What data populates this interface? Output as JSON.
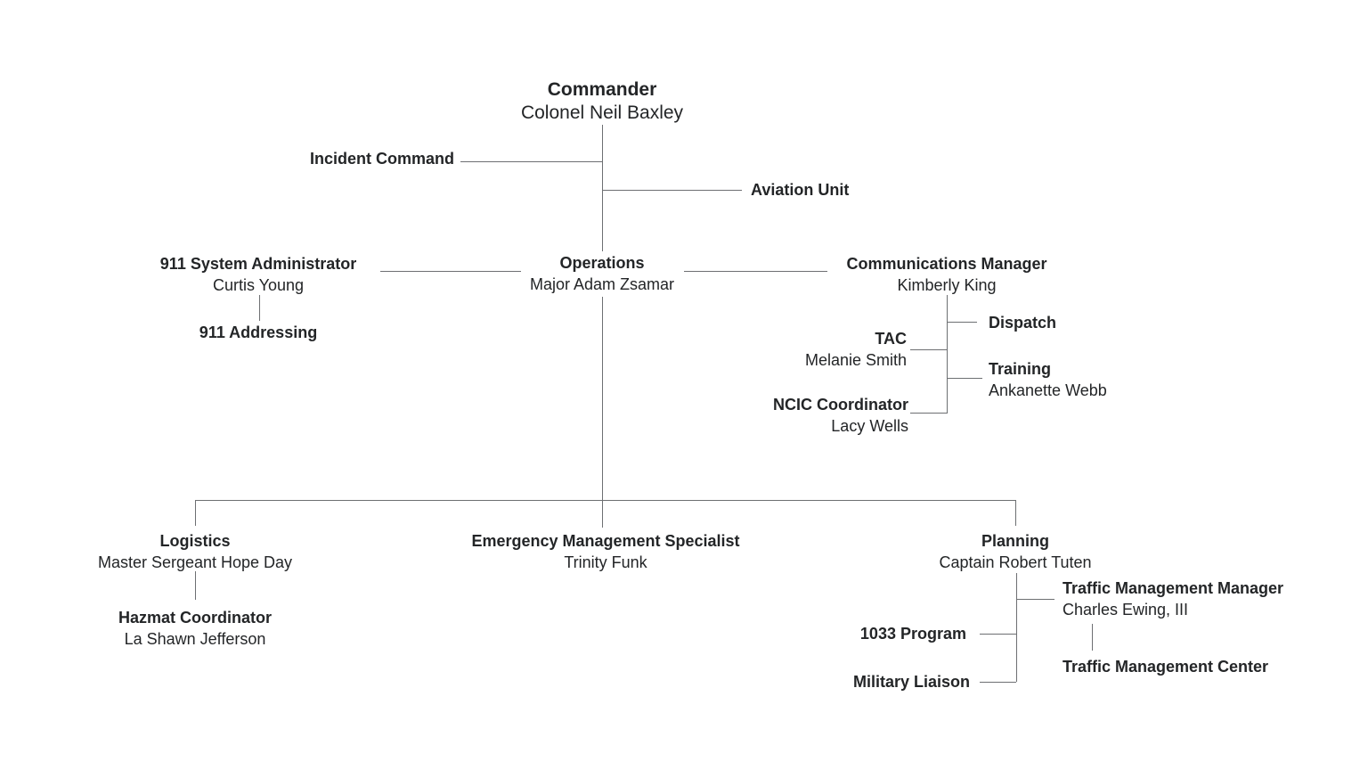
{
  "colors": {
    "background": "#ffffff",
    "line": "#6d6f72",
    "text": "#232527"
  },
  "org_chart": {
    "commander": {
      "title": "Commander",
      "person": "Colonel Neil Baxley"
    },
    "incident_command": {
      "title": "Incident Command"
    },
    "aviation_unit": {
      "title": "Aviation Unit"
    },
    "operations": {
      "title": "Operations",
      "person": "Major Adam Zsamar"
    },
    "admin_911": {
      "title": "911 System Administrator",
      "person": "Curtis Young"
    },
    "addressing_911": {
      "title": "911 Addressing"
    },
    "communications_manager": {
      "title": "Communications Manager",
      "person": "Kimberly King"
    },
    "dispatch": {
      "title": "Dispatch"
    },
    "tac": {
      "title": "TAC",
      "person": "Melanie Smith"
    },
    "training": {
      "title": "Training",
      "person": "Ankanette Webb"
    },
    "ncic_coordinator": {
      "title": "NCIC Coordinator",
      "person": "Lacy Wells"
    },
    "logistics": {
      "title": "Logistics",
      "person": "Master Sergeant Hope Day"
    },
    "hazmat_coordinator": {
      "title": "Hazmat Coordinator",
      "person": "La Shawn Jefferson"
    },
    "emergency_management_specialist": {
      "title": "Emergency Management Specialist",
      "person": "Trinity Funk"
    },
    "planning": {
      "title": "Planning",
      "person": "Captain Robert Tuten"
    },
    "traffic_management_manager": {
      "title": "Traffic Management Manager",
      "person": "Charles Ewing, III"
    },
    "traffic_management_center": {
      "title": "Traffic Management Center"
    },
    "program_1033": {
      "title": "1033 Program"
    },
    "military_liaison": {
      "title": "Military Liaison"
    }
  }
}
